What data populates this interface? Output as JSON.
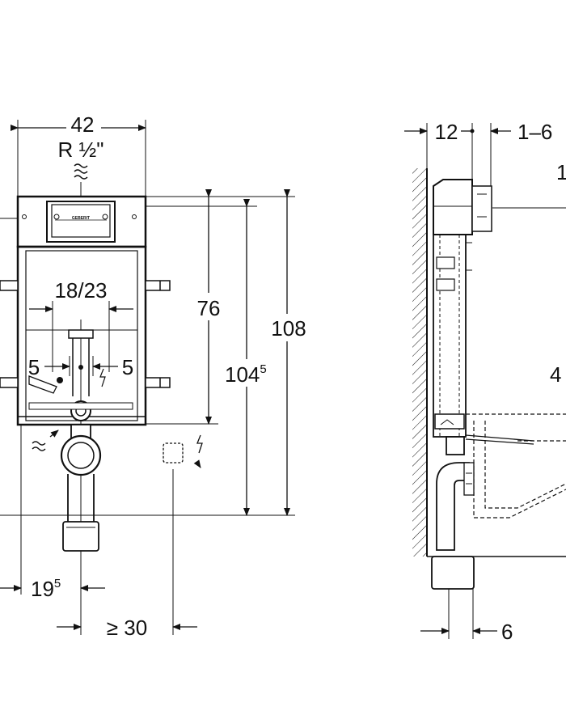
{
  "front_view": {
    "width_label": "42",
    "water_connection_label": "R ½\"",
    "panel_brand": "GEBERIT",
    "outlet_spacing_label": "18/23",
    "offset_left_label": "5",
    "offset_right_label": "5",
    "height_76_label": "76",
    "height_1045_main": "104",
    "height_1045_sup": "5",
    "height_108_label": "108",
    "axis_offset_main": "19",
    "axis_offset_sup": "5",
    "side_clearance_label": "≥ 30"
  },
  "side_view": {
    "depth_label": "12",
    "adjust_label": "1–6",
    "partial_top_label": "1",
    "partial_mid_label": "4",
    "pipe_offset_label": "6"
  }
}
